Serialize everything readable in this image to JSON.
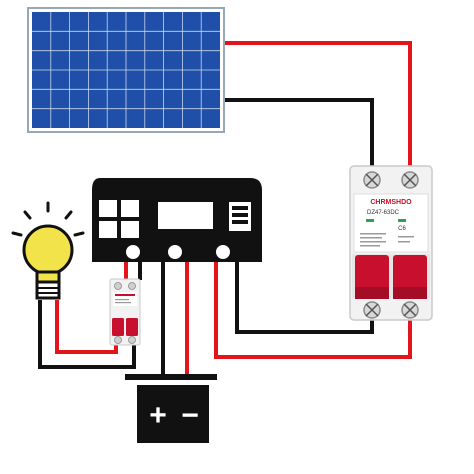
{
  "main_breaker": {
    "brand": "CHRMSHDO",
    "model": "DZ47-63DC",
    "curve": "C6"
  },
  "battery": {
    "plus": "+",
    "minus": "−"
  },
  "colors": {
    "wire_positive": "#e4141b",
    "wire_negative": "#111111",
    "panel_blue": "#1f4fa8",
    "breaker_red": "#c8102e",
    "bulb_yellow": "#f2e34a"
  }
}
